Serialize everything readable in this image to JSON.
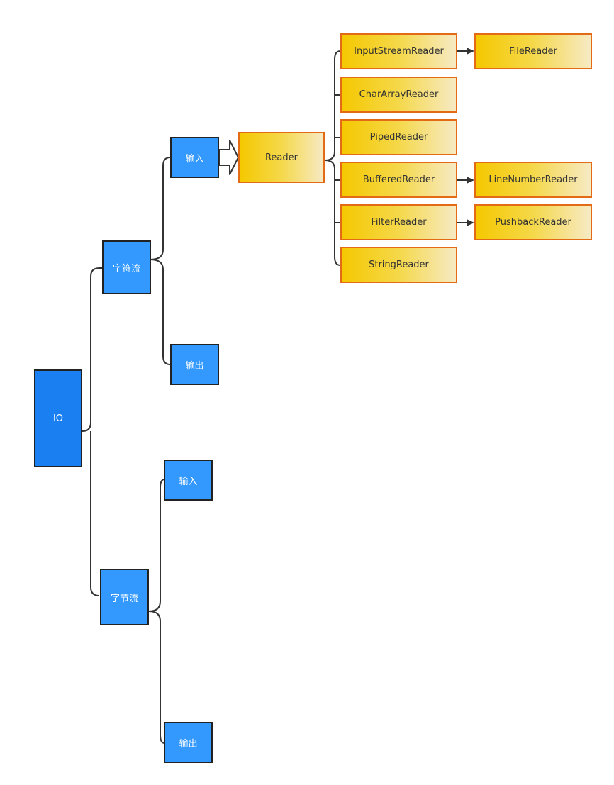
{
  "root": {
    "label": "IO"
  },
  "character_stream": {
    "label": "字符流",
    "input": {
      "label": "输入"
    },
    "output": {
      "label": "输出"
    }
  },
  "byte_stream": {
    "label": "字节流",
    "input": {
      "label": "输入"
    },
    "output": {
      "label": "输出"
    }
  },
  "reader": {
    "label": "Reader",
    "subclasses": [
      {
        "label": "InputStreamReader",
        "child": "FileReader"
      },
      {
        "label": "CharArrayReader"
      },
      {
        "label": "PipedReader"
      },
      {
        "label": "BufferedReader",
        "child": "LineNumberReader"
      },
      {
        "label": "FilterReader",
        "child": "PushbackReader"
      },
      {
        "label": "StringReader"
      }
    ]
  },
  "colors": {
    "node_blue": "#3399ff",
    "node_root_blue": "#1a7ff0",
    "node_yellow": "#f5c800",
    "yellow_border": "#e46b15",
    "connector": "#333333"
  }
}
